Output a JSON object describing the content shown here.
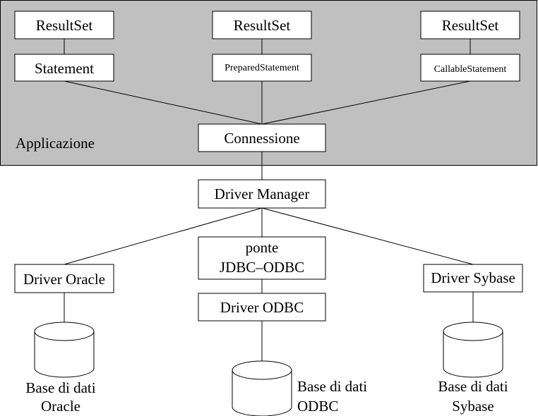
{
  "application": {
    "region_label": "Applicazione",
    "resultsets": [
      "ResultSet",
      "ResultSet",
      "ResultSet"
    ],
    "statements": [
      "Statement",
      "PreparedStatement",
      "CallableStatement"
    ],
    "connection": "Connessione"
  },
  "driver_manager": "Driver Manager",
  "bridge": {
    "line1": "ponte",
    "line2": "JDBC–ODBC"
  },
  "drivers": {
    "oracle": "Driver Oracle",
    "odbc": "Driver ODBC",
    "sybase": "Driver Sybase"
  },
  "databases": {
    "oracle": {
      "line1": "Base di dati",
      "line2": "Oracle"
    },
    "odbc": {
      "line1": "Base di dati",
      "line2": "ODBC"
    },
    "sybase": {
      "line1": "Base di dati",
      "line2": "Sybase"
    }
  },
  "colors": {
    "application_region": "#c0c0c0",
    "box_fill": "#ffffff",
    "stroke": "#000000"
  }
}
